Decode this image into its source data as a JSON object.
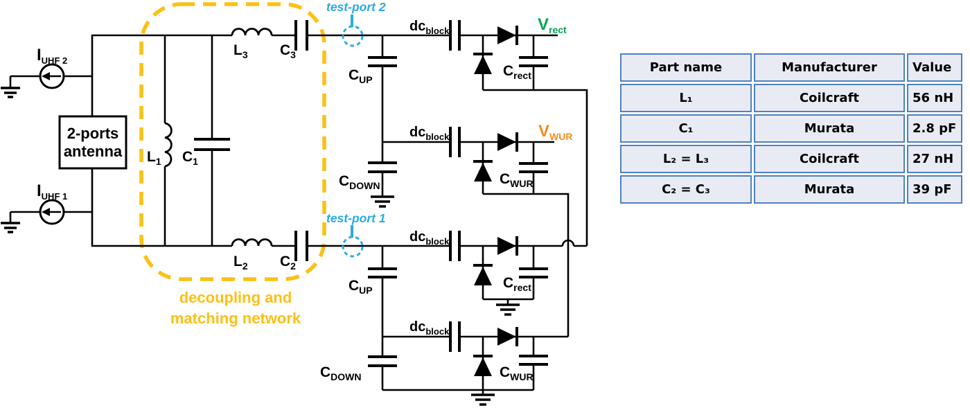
{
  "schematic": {
    "sources": {
      "i_uhf_2": {
        "base": "I",
        "sub": "UHF 2"
      },
      "i_uhf_1": {
        "base": "I",
        "sub": "UHF 1"
      }
    },
    "antenna": {
      "line1": "2-ports",
      "line2": "antenna"
    },
    "network": {
      "line1": "decoupling and",
      "line2": "matching network"
    },
    "test_ports": {
      "port2": "test-port 2",
      "port1": "test-port 1"
    },
    "components": {
      "l1": {
        "base": "L",
        "sub": "1"
      },
      "c1": {
        "base": "C",
        "sub": "1"
      },
      "l2": {
        "base": "L",
        "sub": "2"
      },
      "c2": {
        "base": "C",
        "sub": "2"
      },
      "l3": {
        "base": "L",
        "sub": "3"
      },
      "c3": {
        "base": "C",
        "sub": "3"
      },
      "c_up": {
        "base": "C",
        "sub": "UP"
      },
      "c_down": {
        "base": "C",
        "sub": "DOWN"
      },
      "dc_block": {
        "base": "dc",
        "sub": "block"
      },
      "c_rect": {
        "base": "C",
        "sub": "rect"
      },
      "c_wur": {
        "base": "C",
        "sub": "WUR"
      }
    },
    "outputs": {
      "v_rect": {
        "base": "V",
        "sub": "rect"
      },
      "v_wur": {
        "base": "V",
        "sub": "WUR"
      }
    },
    "colors": {
      "wire": "#000000",
      "network_box": "#FDC013",
      "test_port": "#29ABE2",
      "v_rect": "#00A651",
      "v_wur": "#F68B1F"
    }
  },
  "table": {
    "headers": [
      "Part name",
      "Manufacturer",
      "Value"
    ],
    "rows": [
      [
        "L₁",
        "Coilcraft",
        "56 nH"
      ],
      [
        "C₁",
        "Murata",
        "2.8 pF"
      ],
      [
        "L₂ = L₃",
        "Coilcraft",
        "27 nH"
      ],
      [
        "C₂ = C₃",
        "Murata",
        "39 pF"
      ]
    ],
    "colors": {
      "border": "#4E81BD",
      "cell_fill": "#E9EBF4"
    }
  }
}
